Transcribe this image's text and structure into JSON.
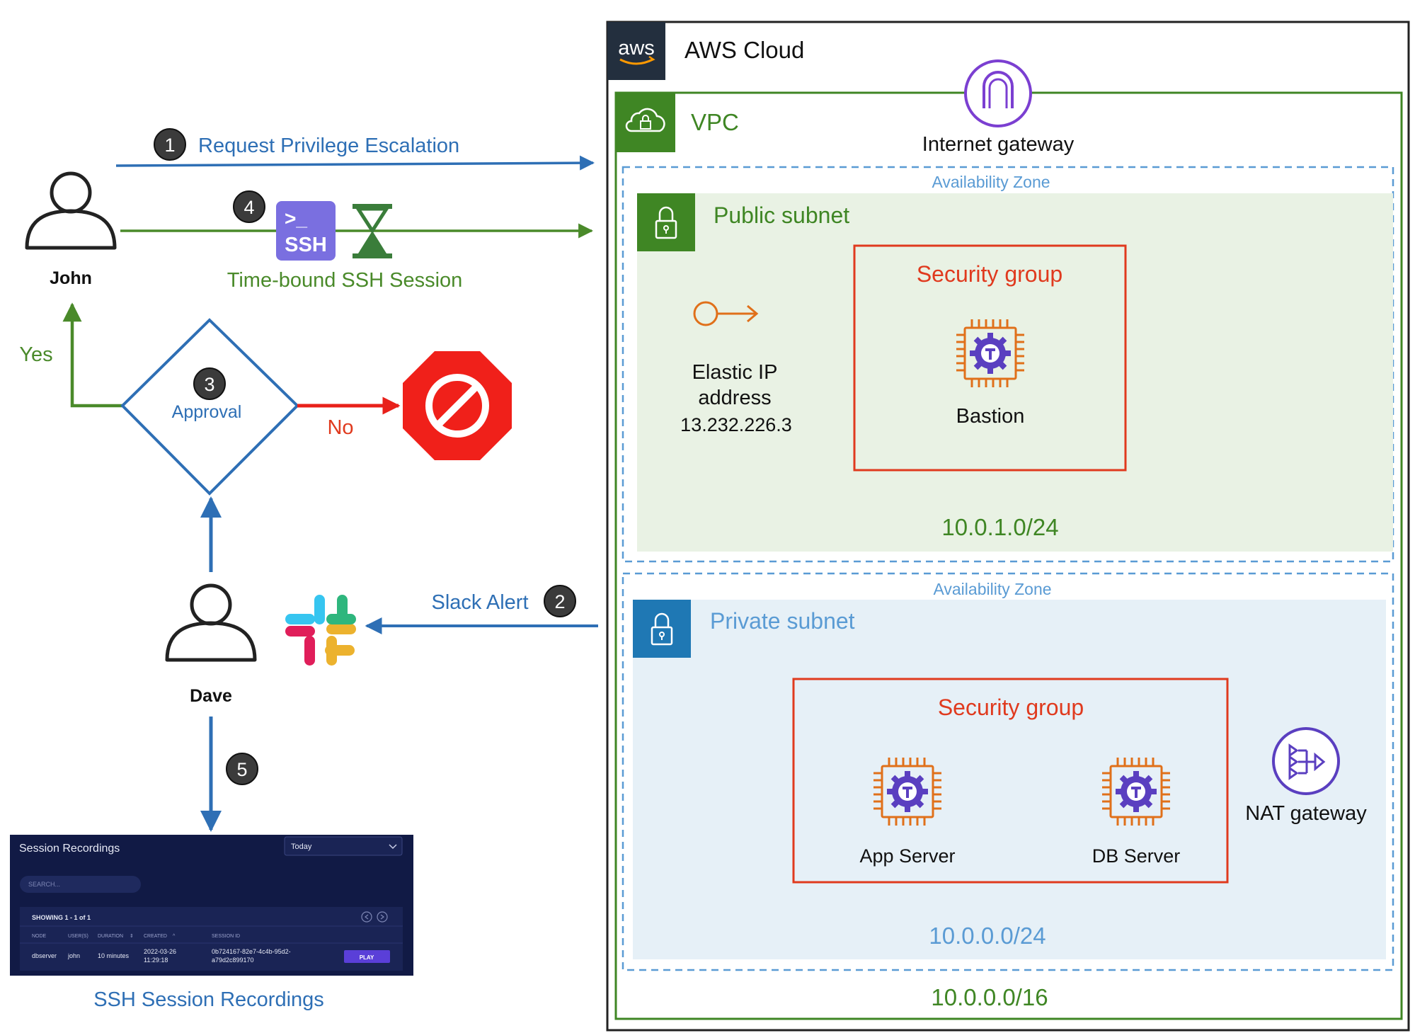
{
  "aws": {
    "logo_text": "aws",
    "cloud_label": "AWS Cloud",
    "vpc_label": "VPC",
    "vpc_cidr": "10.0.0.0/16",
    "internet_gateway_label": "Internet gateway",
    "public_az_label": "Availability Zone",
    "private_az_label": "Availability Zone",
    "public_subnet": {
      "label": "Public subnet",
      "cidr": "10.0.1.0/24",
      "elastic_ip_line1": "Elastic IP",
      "elastic_ip_line2": "address",
      "elastic_ip_value": "13.232.226.3",
      "security_group_label": "Security group",
      "bastion_label": "Bastion"
    },
    "private_subnet": {
      "label": "Private subnet",
      "cidr": "10.0.0.0/24",
      "security_group_label": "Security group",
      "app_server_label": "App Server",
      "db_server_label": "DB Server",
      "nat_gateway_label": "NAT gateway"
    }
  },
  "flow": {
    "john_label": "John",
    "dave_label": "Dave",
    "step1_number": "1",
    "step1_label": "Request Privilege Escalation",
    "step2_number": "2",
    "step2_label": "Slack Alert",
    "step3_number": "3",
    "step3_label": "Approval",
    "step4_number": "4",
    "step4_label": "Time-bound SSH Session",
    "step5_number": "5",
    "yes_label": "Yes",
    "no_label": "No",
    "ssh_icon_prompt": ">_",
    "ssh_icon_text": "SSH"
  },
  "recordings": {
    "caption": "SSH Session Recordings",
    "title": "Session Recordings",
    "filter_value": "Today",
    "search_placeholder": "SEARCH...",
    "showing": "SHOWING 1 - 1 of 1",
    "columns": [
      "NODE",
      "USER(S)",
      "DURATION",
      "CREATED",
      "SESSION ID"
    ],
    "row": {
      "node": "dbserver",
      "user": "john",
      "duration": "10 minutes",
      "created_line1": "2022-03-26",
      "created_line2": "11:29:18",
      "session_line1": "0b724167-82e7-4c4b-95d2-",
      "session_line2": "a79d2c899170",
      "play_label": "PLAY"
    }
  },
  "colors": {
    "blue_flow": "#2e6fb5",
    "green_flow": "#4a8a2a",
    "red": "#e03a1e",
    "aws_green": "#3f8624",
    "public_fill": "#e9f2e4",
    "private_fill": "#e6f0f7",
    "az_blue": "#5a9bd4",
    "purple": "#5a3fc0",
    "orange": "#e0701a",
    "recordings_bg": "#111a45"
  }
}
